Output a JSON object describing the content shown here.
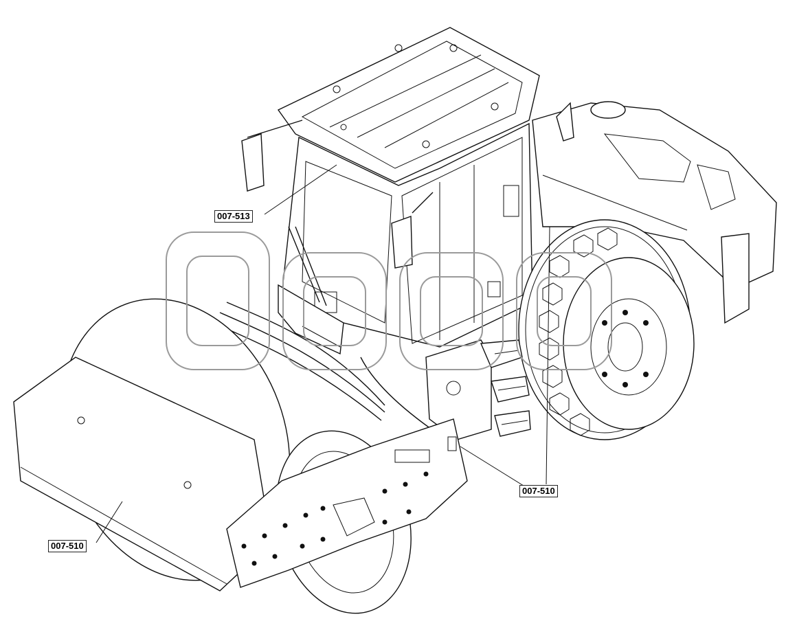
{
  "diagram": {
    "subject": "road-roller-compactor",
    "watermark_text": "",
    "callouts": [
      {
        "id": "c1",
        "label": "007-513"
      },
      {
        "id": "c2",
        "label": "007-510"
      },
      {
        "id": "c3",
        "label": "007-510"
      }
    ]
  },
  "colors": {
    "line": "#111111",
    "background": "#ffffff",
    "watermark": "#9a9a9a"
  }
}
